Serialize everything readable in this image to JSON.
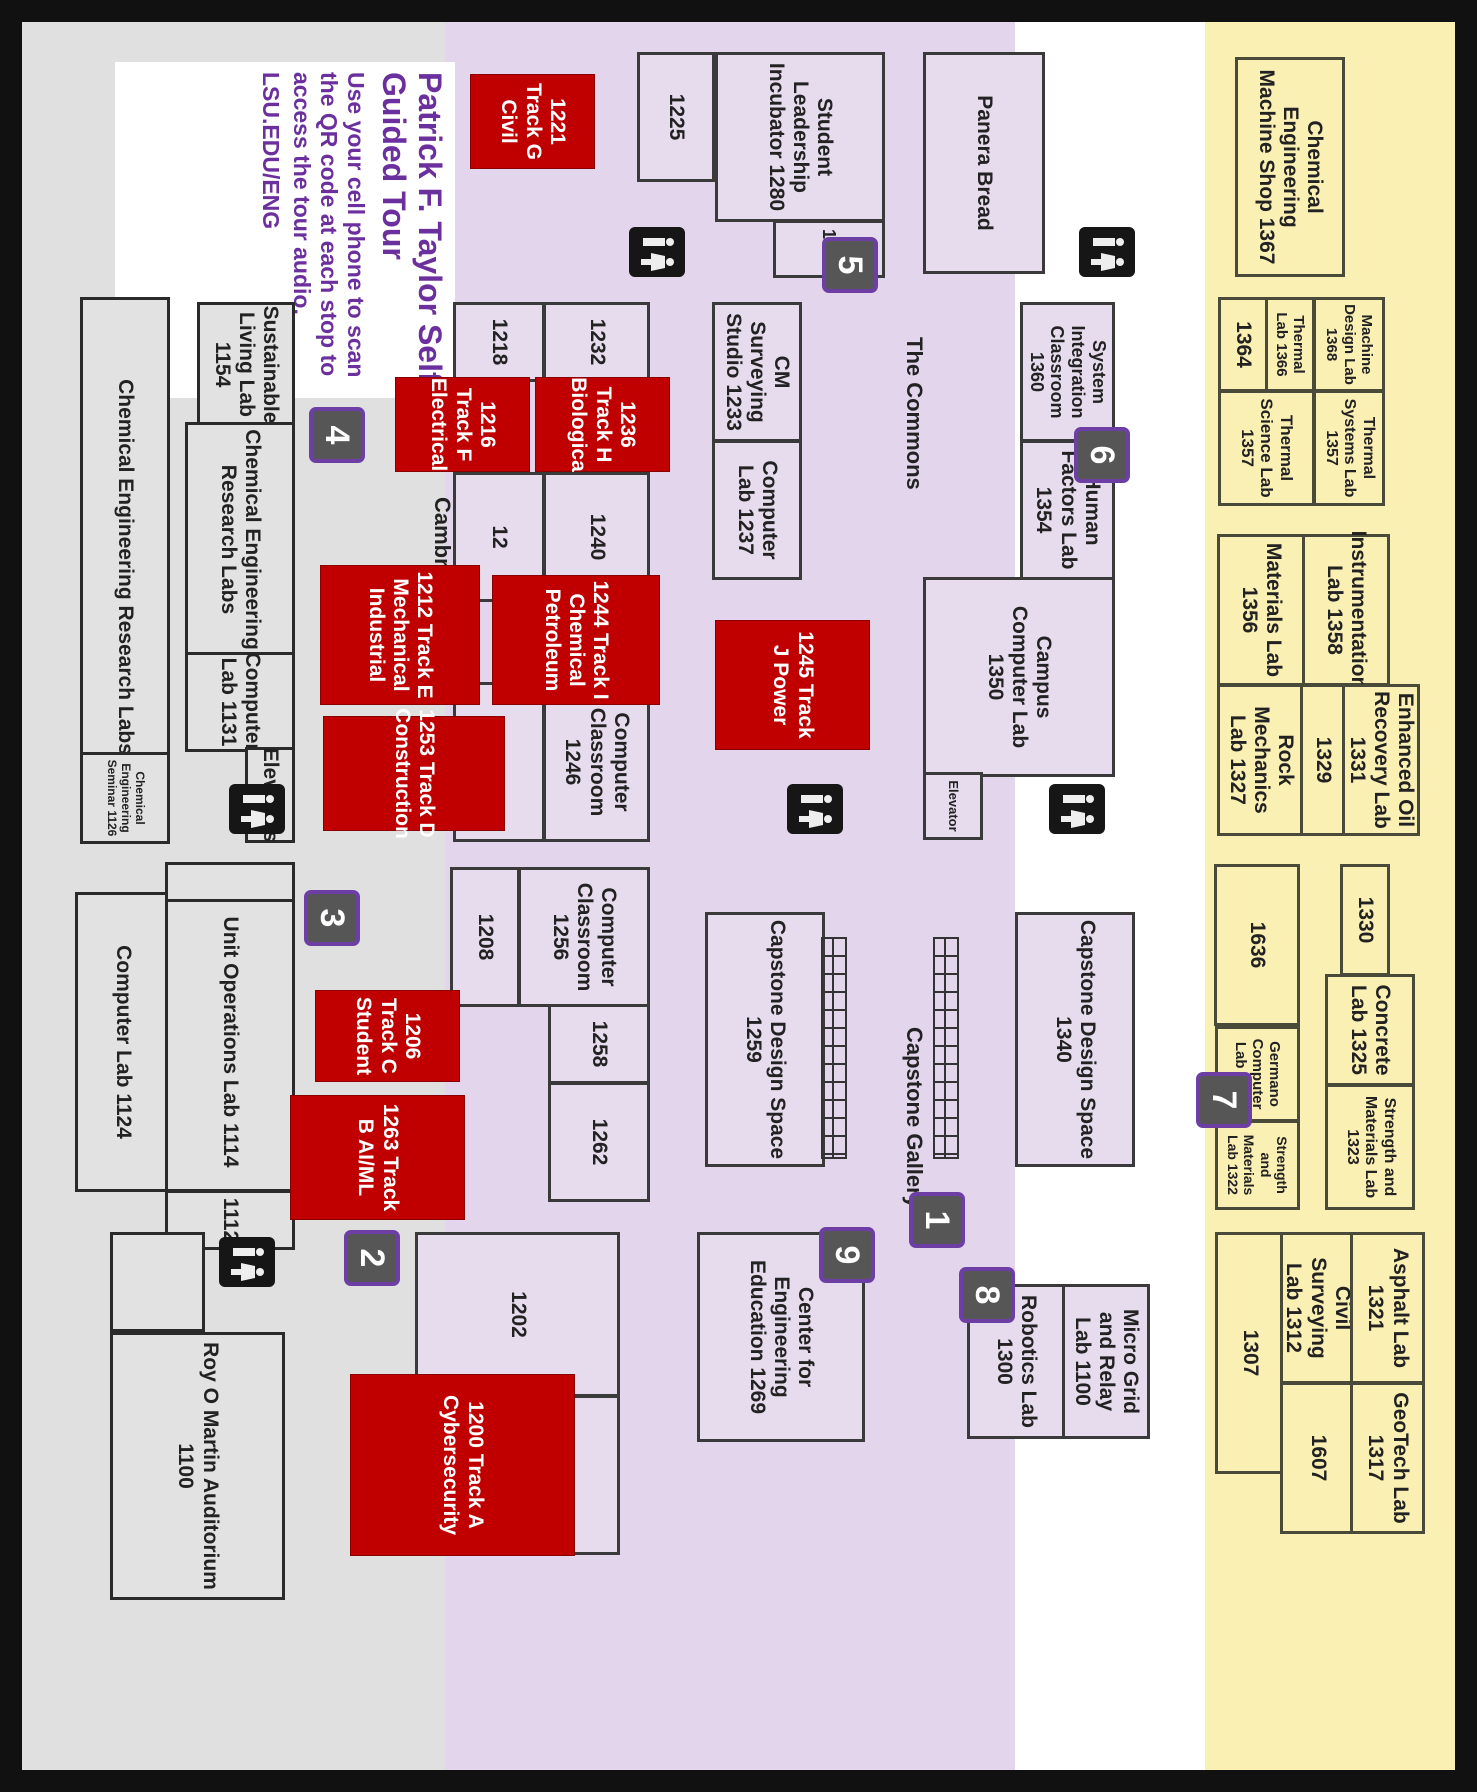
{
  "tour": {
    "title": "Patrick F. Taylor Self Guided Tour",
    "instructions": "Use your cell phone to scan the QR code at each stop to access the tour audio.",
    "url": "LSU.EDU/ENG"
  },
  "areas": {
    "commons": "The Commons",
    "capstone_gallery": "Capstone Gallery",
    "cambre_atrium": "Cambre Atr"
  },
  "rooms": {
    "r1367": "Chemical Engineering Machine Shop 1367",
    "r1364": "1364",
    "r1366": "Thermal Lab 1366",
    "r1368": "Machine Design Lab 1368",
    "r1357a": "Thermal Science Lab 1357",
    "r1357b": "Thermal Systems Lab 1357",
    "r1356": "Materials Lab 1356",
    "r1358": "Instrumentation Lab 1358",
    "r1327": "Rock Mechanics Lab 1327",
    "r1329": "1329",
    "r1331": "Enhanced Oil Recovery Lab 1331",
    "r1636": "1636",
    "r1330": "1330",
    "r1325": "Concrete Lab 1325",
    "r1322a": "Germano Computer Lab 1322",
    "r1322b": "Strength and Materials Lab 1322",
    "r1323": "Strength and Materials Lab 1323",
    "r1307": "1307",
    "r1312": "Civil Surveying Lab 1312",
    "r1321": "Asphalt Lab 1321",
    "r1607": "1607",
    "r1317": "GeoTech Lab 1317",
    "r1225": "1225",
    "r1280": "Student Leadership Incubator 1280",
    "r1278": "1278",
    "panera": "Panera Bread",
    "r1218": "1218",
    "r1232": "1232",
    "r1233": "CM Surveying Studio 1233",
    "r1360": "System Integration Classroom 1360",
    "r1240": "1240",
    "r1237": "Computer Lab 1237",
    "r1354": "Human Factors Lab 1354",
    "r12xx": "12",
    "r1350": "Campus Computer Lab 1350",
    "elevator": "Elevator",
    "r1246": "Computer Classroom 1246",
    "r1208": "1208",
    "r1256": "Computer Classroom 1256",
    "r1258": "1258",
    "r1262": "1262",
    "r1259": "Capstone Design Space 1259",
    "r1340": "Capstone Design Space 1340",
    "r1202": "1202",
    "r1269": "Center for Engineering Education 1269",
    "r1300": "Robotics Lab 1300",
    "r1100m": "Micro Grid and Relay Lab 1100",
    "chem_research": "Chemical Engineering Research Labs",
    "r1126": "Chemical Engineering Seminar 1126",
    "r1154": "Sustainable Living Lab 1154",
    "chem_research2": "Chemical Engineering Research Labs",
    "r1131": "Computer Lab 1131",
    "elevators": "Elevators",
    "r1124": "Computer Lab 1124",
    "r1114": "Unit Operations Lab 1114",
    "r1112": "1112",
    "r1100": "Roy O Martin Auditorium 1100"
  },
  "tracks": {
    "a": "1200 Track A Cybersecurity",
    "b": "1263 Track B AI/ML",
    "c": "1206 Track C Student",
    "d": "1253 Track D Construction",
    "e": "1212 Track E Mechanical Industrial",
    "f": "1216 Track F Electrical",
    "g": "1221 Track G Civil",
    "h": "1236 Track H Biologica",
    "i": "1244 Track I Chemical Petroleum",
    "j": "1245 Track J Power"
  },
  "stops": [
    "1",
    "2",
    "3",
    "4",
    "5",
    "6",
    "7",
    "8",
    "9"
  ],
  "colors": {
    "track_red": "#c00000",
    "purple_band": "#e3d5ec",
    "yellow_band": "#fbf0b4",
    "stop_border": "#6d3fa5"
  },
  "icons": [
    "restroom-icon"
  ]
}
